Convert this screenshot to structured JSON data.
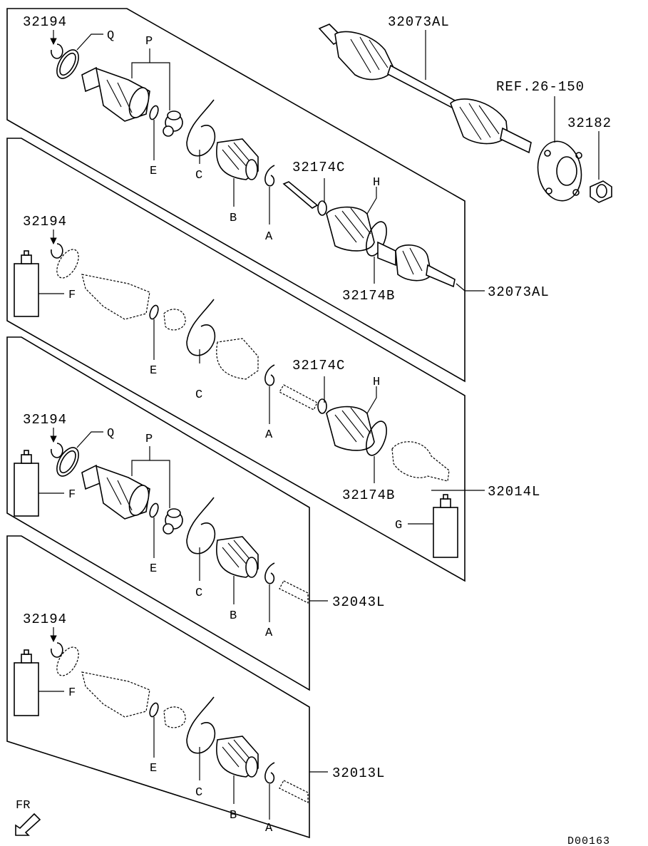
{
  "assembly_codes": {
    "shaft_right_top": "32073AL",
    "shaft_right_bottom": "32073AL",
    "set_32014L": "32014L",
    "set_32043L": "32043L",
    "set_32013L": "32013L"
  },
  "part_codes": {
    "circlip": "32194",
    "hub_ref": "REF.26-150",
    "hub_nut": "32182",
    "boot_kit_c": "32174C",
    "boot_kit_b": "32174B"
  },
  "letters": {
    "q": "Q",
    "p": "P",
    "e": "E",
    "c": "C",
    "b": "B",
    "a": "A",
    "f": "F",
    "h": "H",
    "g": "G"
  },
  "direction": "FR",
  "diagram_code": "D00163"
}
